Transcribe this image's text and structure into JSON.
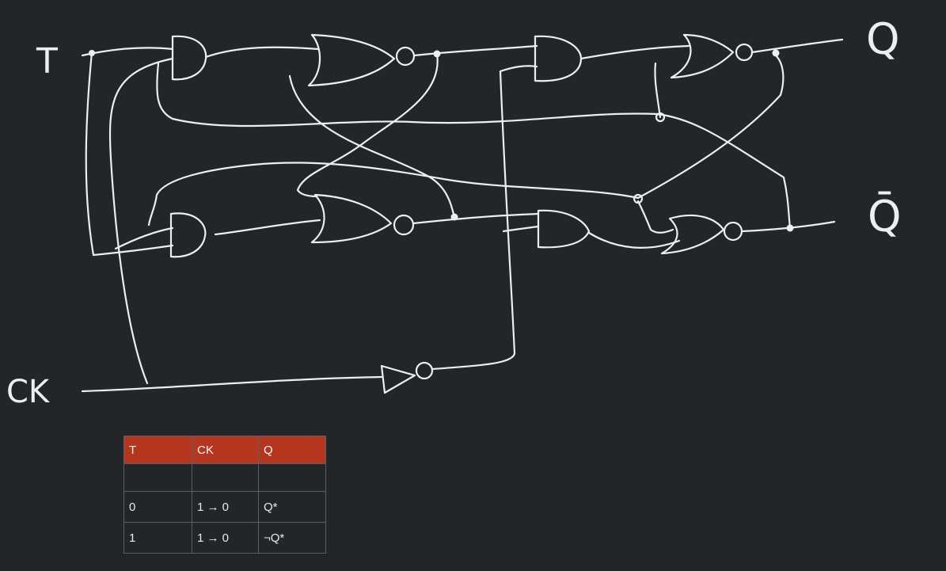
{
  "diagram": {
    "title": "",
    "labels": {
      "input_t": "T",
      "input_ck": "CK",
      "output_q": "Q",
      "output_qbar": "Q̄"
    }
  },
  "truth_table": {
    "headers": [
      "T",
      "CK",
      "Q"
    ],
    "rows": [
      [
        "",
        "",
        ""
      ],
      [
        "0",
        "1 → 0",
        "Q*"
      ],
      [
        "1",
        "1 → 0",
        "¬Q*"
      ]
    ]
  },
  "colors": {
    "background": "#222628",
    "ink": "#eceff0",
    "table_header": "#b5361c",
    "table_border": "#5a5f62"
  }
}
